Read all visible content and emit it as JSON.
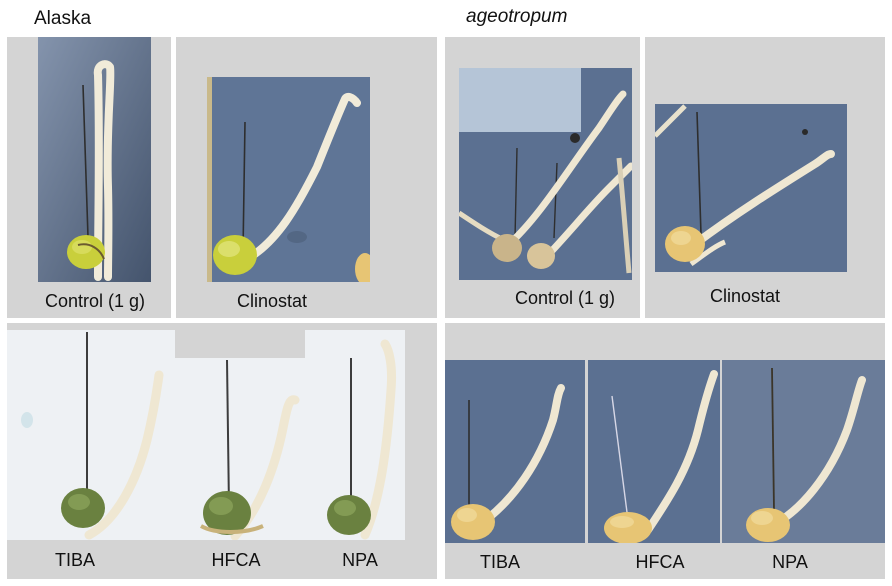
{
  "groups": {
    "left": {
      "title": "Alaska"
    },
    "right": {
      "title": "ageotropum"
    }
  },
  "labels": {
    "left_top_1": "Control (1 g)",
    "left_top_2": "Clinostat",
    "left_bottom_1": "TIBA",
    "left_bottom_2": "HFCA",
    "left_bottom_3": "NPA",
    "right_top_1": "Control (1 g)",
    "right_top_2": "Clinostat",
    "right_bottom_1": "TIBA",
    "right_bottom_2": "HFCA",
    "right_bottom_3": "NPA"
  },
  "colors": {
    "panel_gray": "#d4d4d4",
    "blue_bg": "#5b7091",
    "light_bg": "#eef1f4",
    "seed_green": "#c9cf3b",
    "seed_dark_green": "#6a8140",
    "seed_yellow": "#e7c574",
    "stem": "#f1ebd9"
  }
}
